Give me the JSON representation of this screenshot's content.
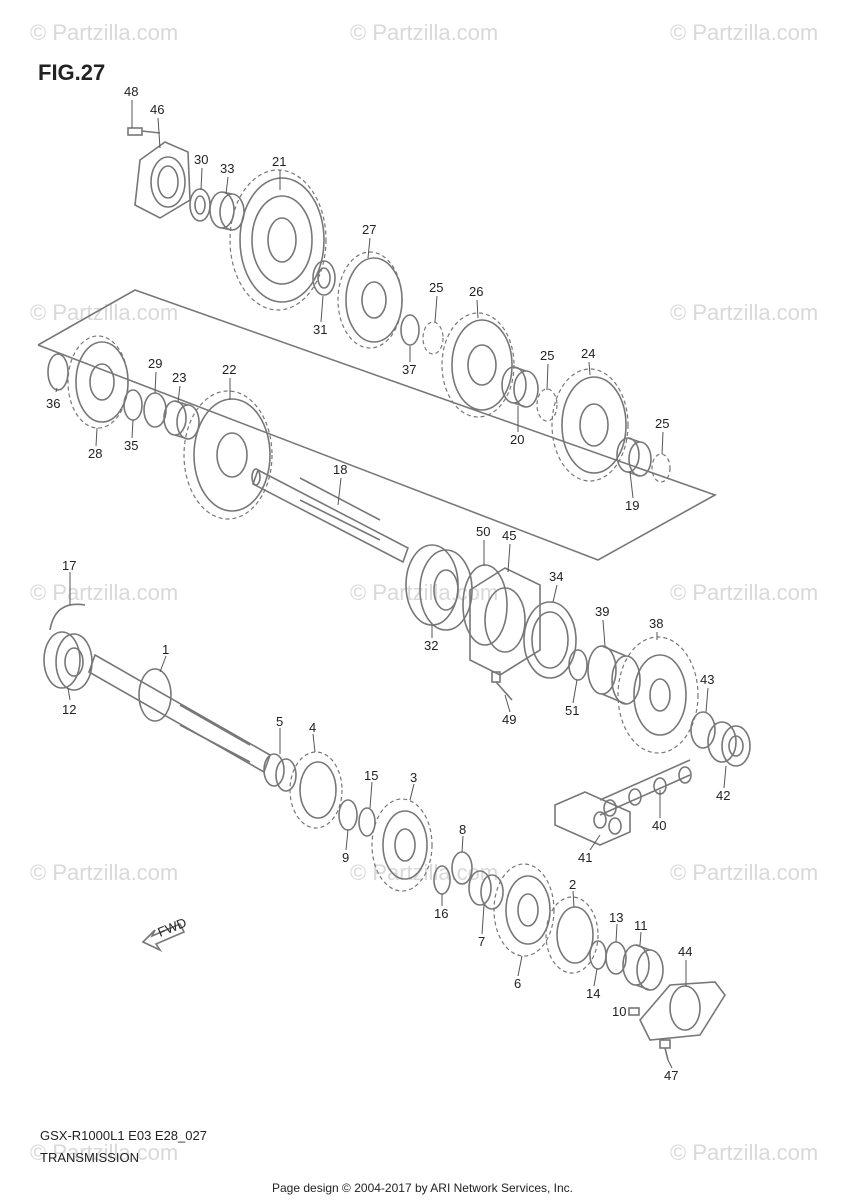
{
  "figure_title": "FIG.27",
  "model_code": "GSX-R1000L1 E03 E28_027",
  "section_title": "TRANSMISSION",
  "page_design": "Page design © 2004-2017 by ARI Network Services, Inc.",
  "watermark_text": "© Partzilla.com",
  "fwd_label": "FWD",
  "colors": {
    "line": "#777777",
    "text": "#222222",
    "watermark": "#d9d9d9"
  },
  "callouts": [
    {
      "id": "c48",
      "text": "48"
    },
    {
      "id": "c46",
      "text": "46"
    },
    {
      "id": "c30",
      "text": "30"
    },
    {
      "id": "c33",
      "text": "33"
    },
    {
      "id": "c21",
      "text": "21"
    },
    {
      "id": "c27",
      "text": "27"
    },
    {
      "id": "c31",
      "text": "31"
    },
    {
      "id": "c25a",
      "text": "25"
    },
    {
      "id": "c26",
      "text": "26"
    },
    {
      "id": "c37",
      "text": "37"
    },
    {
      "id": "c25b",
      "text": "25"
    },
    {
      "id": "c24",
      "text": "24"
    },
    {
      "id": "c20",
      "text": "20"
    },
    {
      "id": "c25c",
      "text": "25"
    },
    {
      "id": "c19",
      "text": "19"
    },
    {
      "id": "c29",
      "text": "29"
    },
    {
      "id": "c23",
      "text": "23"
    },
    {
      "id": "c22",
      "text": "22"
    },
    {
      "id": "c36",
      "text": "36"
    },
    {
      "id": "c35",
      "text": "35"
    },
    {
      "id": "c28",
      "text": "28"
    },
    {
      "id": "c18",
      "text": "18"
    },
    {
      "id": "c50",
      "text": "50"
    },
    {
      "id": "c45",
      "text": "45"
    },
    {
      "id": "c34",
      "text": "34"
    },
    {
      "id": "c32",
      "text": "32"
    },
    {
      "id": "c39",
      "text": "39"
    },
    {
      "id": "c38",
      "text": "38"
    },
    {
      "id": "c43",
      "text": "43"
    },
    {
      "id": "c49",
      "text": "49"
    },
    {
      "id": "c51",
      "text": "51"
    },
    {
      "id": "c17",
      "text": "17"
    },
    {
      "id": "c12",
      "text": "12"
    },
    {
      "id": "c1",
      "text": "1"
    },
    {
      "id": "c5",
      "text": "5"
    },
    {
      "id": "c4",
      "text": "4"
    },
    {
      "id": "c15",
      "text": "15"
    },
    {
      "id": "c3",
      "text": "3"
    },
    {
      "id": "c42",
      "text": "42"
    },
    {
      "id": "c40",
      "text": "40"
    },
    {
      "id": "c9",
      "text": "9"
    },
    {
      "id": "c8",
      "text": "8"
    },
    {
      "id": "c41",
      "text": "41"
    },
    {
      "id": "c16",
      "text": "16"
    },
    {
      "id": "c7",
      "text": "7"
    },
    {
      "id": "c2",
      "text": "2"
    },
    {
      "id": "c13",
      "text": "13"
    },
    {
      "id": "c11",
      "text": "11"
    },
    {
      "id": "c6",
      "text": "6"
    },
    {
      "id": "c14",
      "text": "14"
    },
    {
      "id": "c44",
      "text": "44"
    },
    {
      "id": "c10",
      "text": "10"
    },
    {
      "id": "c47",
      "text": "47"
    }
  ]
}
